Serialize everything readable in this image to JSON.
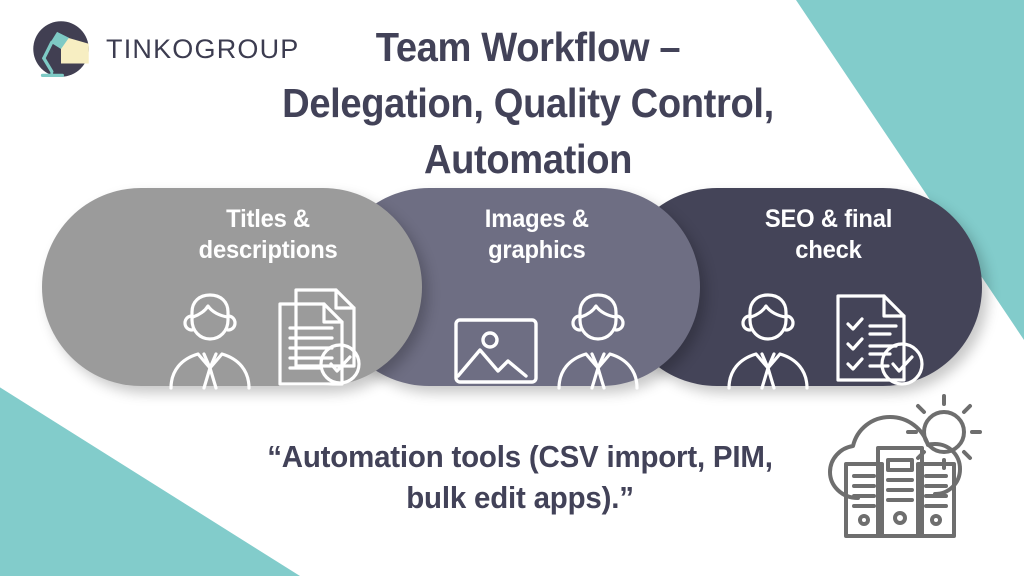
{
  "brand": {
    "wordmark": "TINKOGROUP",
    "logo_icon": "desk-lamp-circle-logo",
    "logo_circle_color": "#413f52",
    "logo_lamp_color": "#7ecac5",
    "logo_light_color": "#f7eec2"
  },
  "title": {
    "line1": "Team Workflow –",
    "line2": "Delegation, Quality Control,",
    "line3": "Automation",
    "color": "#424258"
  },
  "pills": [
    {
      "label_line1": "Titles &",
      "label_line2": "descriptions",
      "color": "#9b9b9b",
      "icons": [
        "person-icon",
        "documents-with-check-icon"
      ]
    },
    {
      "label_line1": "Images &",
      "label_line2": "graphics",
      "color": "#6e6e83",
      "icons": [
        "picture-icon",
        "person-icon"
      ]
    },
    {
      "label_line1": "SEO & final",
      "label_line2": "check",
      "color": "#444458",
      "icons": [
        "person-icon",
        "checklist-with-check-icon"
      ]
    }
  ],
  "quote": {
    "line1": "“Automation tools (CSV import, PIM,",
    "line2": "bulk edit apps).”",
    "color": "#424258"
  },
  "automation_icon": {
    "name": "cloud-server-gear-icon",
    "stroke_color": "#6e6e6e"
  },
  "decor": {
    "teal": "#82cccb",
    "background": "#ffffff"
  }
}
